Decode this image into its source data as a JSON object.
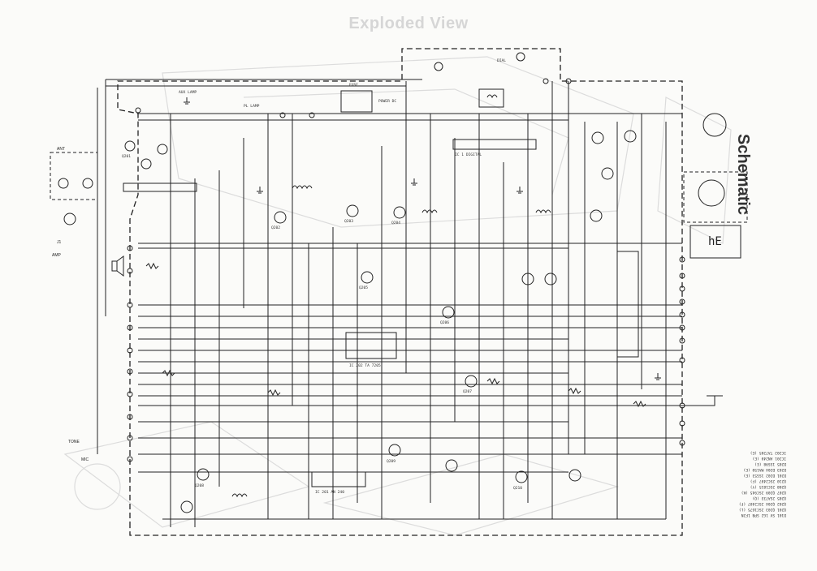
{
  "document": {
    "watermark_title": "Exploded View",
    "side_title": "Schematic"
  },
  "labels": {
    "left_labels": [
      "J1",
      "AMP",
      "ANT",
      "MIC",
      "TONE"
    ],
    "top_labels": [
      "AUX LAMP",
      "PL LAMP",
      "POWER DC",
      "FUSE",
      "DIAL"
    ],
    "lower_labels": [
      "Q201",
      "Q202",
      "Q203",
      "Q204",
      "Q205",
      "Q206",
      "Q207",
      "Q208",
      "Q209",
      "Q210"
    ],
    "ic_labels": [
      "IC 201 AN 240",
      "IC 202 TA 7205",
      "IC 1 DIGITAL"
    ],
    "display_text": "hE",
    "parts_list": [
      "D101 SV 1G2 SPB 1F2N",
      "Q201 Q203 2SC1675 (L)",
      "Q202 Q204 2SC2407 (F)",
      "Q205 2SA733 (Q)",
      "Q207 Q209 2SC945 (K)",
      "Q208 2SC1815 (Y)",
      "Q210 2SC2407 (F)",
      "D201 D202 1SS53 (E)",
      "D203 D204 MA150 (E)",
      "D205 1SS98 (E)",
      "IC201 AN240 (E)",
      "IC202 TA7205 (E)"
    ]
  }
}
